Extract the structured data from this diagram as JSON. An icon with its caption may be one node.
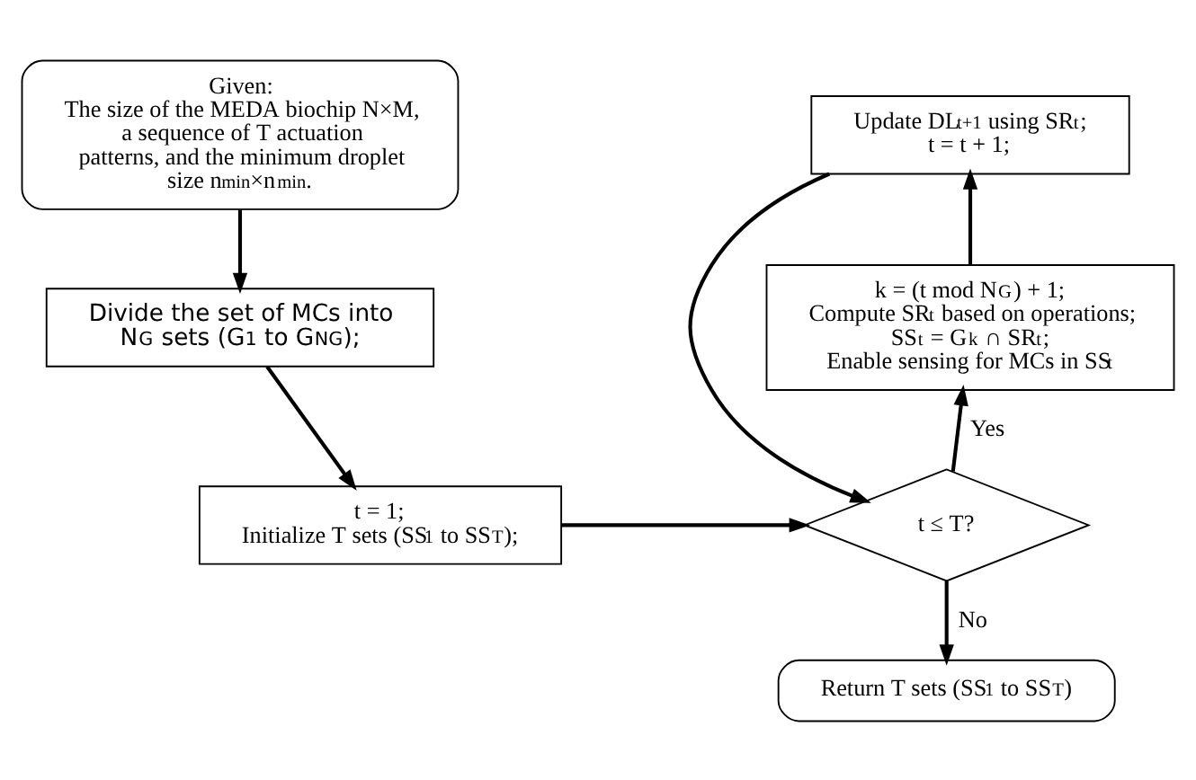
{
  "diagram": {
    "nodes": [
      {
        "text": [
          "Given:",
          "The size of the MEDA biochip N×M, a sequence of T actuation patterns, and the minimum droplet size n$_{min}$×n$_{min}$."
        ]
      },
      {
        "text": [
          "Divide the set of MCs into N$_{G}$ sets (G$_{1}$ to G$_{NG}$);"
        ]
      },
      {
        "text": [
          "t = 1;",
          "Initialize T sets (SS$_{1}$ to SS$_{T}$);"
        ]
      },
      {
        "text": [
          "t ≤ T?"
        ]
      },
      {
        "text": [
          "Return T sets (SS$_{1}$ to SS$_{T}$)"
        ]
      },
      {
        "text": [
          "k = (t mod N$_{G}$) + 1;",
          "Compute SR$_{t}$ based on operations;",
          "SS$_{t}$ = G$_{k}$ ∩ SR$_{t}$;",
          "Enable sensing for MCs in SS$_{t}$"
        ]
      },
      {
        "text": [
          "Update DL$_{t+1}$ using SR$_{t}$;",
          "t = t + 1;"
        ]
      }
    ],
    "edges": [
      {
        "from": 0,
        "to": 1,
        "arrow": "to"
      },
      {
        "from": 1,
        "to": 2,
        "arrow": "to"
      },
      {
        "from": 2,
        "to": 3,
        "arrow": "to"
      },
      {
        "from": 3,
        "to": 4,
        "arrow": "to",
        "label": "No"
      },
      {
        "from": 3,
        "to": 5,
        "arrow": "to",
        "label": "Yes"
      },
      {
        "from": 5,
        "to": 6,
        "arrow": "to"
      },
      {
        "from": 6,
        "to": 3,
        "arrow": "to"
      }
    ]
  }
}
